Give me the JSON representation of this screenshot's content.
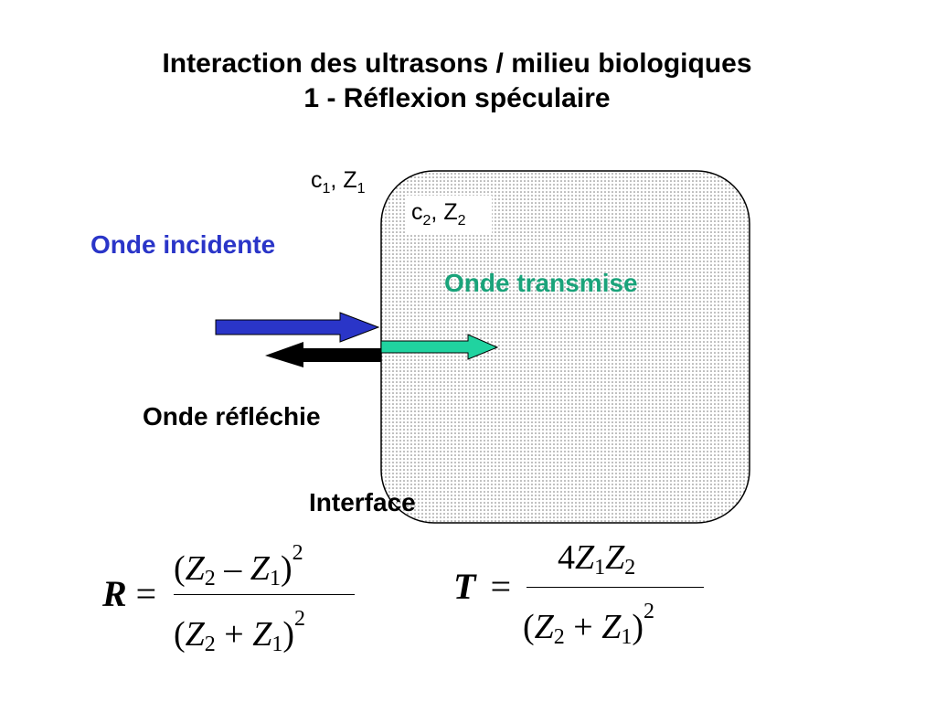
{
  "title_line1": "Interaction des ultrasons / milieu biologiques",
  "title_line2": "1 - Réflexion spéculaire",
  "medium1": {
    "c": "c",
    "c_sub": "1",
    "sep": ",",
    "z": "Z",
    "z_sub": "1"
  },
  "medium2": {
    "c": "c",
    "c_sub": "2",
    "sep": ",",
    "z": "Z",
    "z_sub": "2"
  },
  "labels": {
    "incident": "Onde incidente",
    "transmitted": "Onde transmise",
    "reflected": "Onde réfléchie",
    "interface": "Interface"
  },
  "colors": {
    "incident": "#2a35c8",
    "transmitted": "#1aa37a",
    "transmitted_arrow": "#20d3a0",
    "reflected": "#000000"
  },
  "formula_R": {
    "lhs": "R",
    "eq": "=",
    "num": {
      "open": "(",
      "a": "Z",
      "a_sub": "2",
      "op": "–",
      "b": "Z",
      "b_sub": "1",
      "close": ")",
      "exp": "2"
    },
    "den": {
      "open": "(",
      "a": "Z",
      "a_sub": "2",
      "op": "+",
      "b": "Z",
      "b_sub": "1",
      "close": ")",
      "exp": "2"
    }
  },
  "formula_T": {
    "lhs": "T",
    "eq": "=",
    "num": {
      "coef": "4",
      "a": "Z",
      "a_sub": "1",
      "b": "Z",
      "b_sub": "2"
    },
    "den": {
      "open": "(",
      "a": "Z",
      "a_sub": "2",
      "op": "+",
      "b": "Z",
      "b_sub": "1",
      "close": ")",
      "exp": "2"
    }
  }
}
